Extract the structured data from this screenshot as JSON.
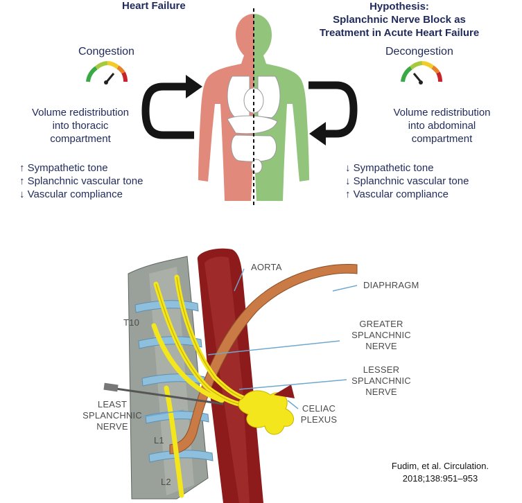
{
  "left_panel": {
    "title": "Heart Failure",
    "state_label": "Congestion",
    "gauge_icon": "gauge-icon",
    "arrow_icon": "cycle-arrow-icon",
    "volume_lines": [
      "Volume redistribution",
      "into thoracic",
      "compartment"
    ],
    "effects": [
      "↑ Sympathetic tone",
      "↑ Splanchnic vascular tone",
      "↓ Vascular compliance"
    ]
  },
  "right_panel": {
    "title_lines": [
      "Hypothesis:",
      "Splanchnic Nerve Block as",
      "Treatment in Acute Heart Failure"
    ],
    "state_label": "Decongestion",
    "gauge_icon": "gauge-icon",
    "arrow_icon": "cycle-arrow-icon",
    "volume_lines": [
      "Volume redistribution",
      "into abdominal",
      "compartment"
    ],
    "effects": [
      "↓ Sympathetic tone",
      "↓ Splanchnic vascular tone",
      "↑ Vascular compliance"
    ]
  },
  "anatomy": {
    "aorta": "AORTA",
    "diaphragm": "DIAPHRAGM",
    "t10": "T10",
    "greater": [
      "GREATER",
      "SPLANCHNIC",
      "NERVE"
    ],
    "lesser": [
      "LESSER",
      "SPLANCHNIC",
      "NERVE"
    ],
    "least": [
      "LEAST",
      "SPLANCHNIC",
      "NERVE"
    ],
    "celiac": [
      "CELIAC",
      "PLEXUS"
    ],
    "l1": "L1",
    "l2": "L2"
  },
  "citation": [
    "Fudim, et al. Circulation.",
    "2018;138:951–953"
  ],
  "colors": {
    "navy_text": "#1f2a5a",
    "congestion_body": "#e1897a",
    "decongestion_body": "#92c47c",
    "aorta": "#8e1b1b",
    "nerve": "#f4e61c",
    "diaphragm": "#c97a45",
    "vertebra": "#9aa09a",
    "disc": "#8ec0dd"
  }
}
